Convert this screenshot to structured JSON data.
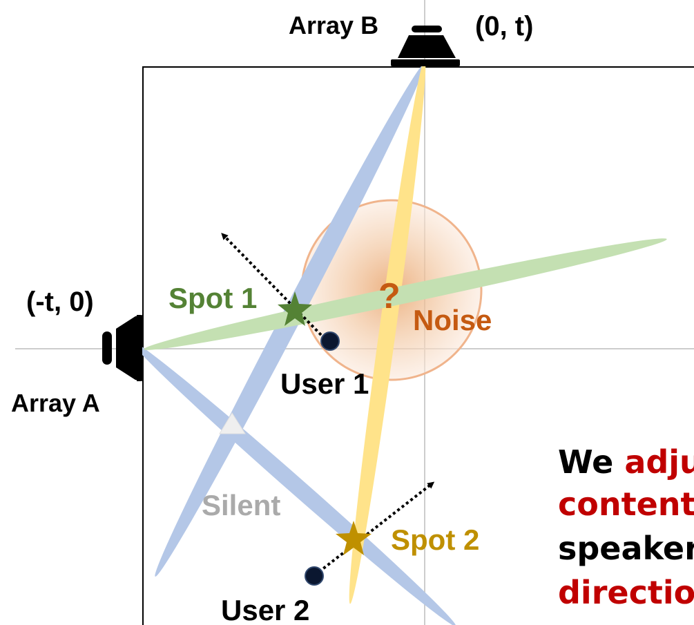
{
  "labels": {
    "array_a": "Array A",
    "array_b": "Array B",
    "coord_a": "(-t, 0)",
    "coord_b": "(0, t)",
    "spot1": "Spot 1",
    "spot2": "Spot 2",
    "noise": "Noise",
    "question": "?",
    "user1": "User 1",
    "user2": "User 2",
    "silent": "Silent"
  },
  "caption": {
    "line1_a": "We ",
    "line1_b": "adju",
    "line2": "content",
    "line3": "speaker",
    "line4": "directio"
  },
  "colors": {
    "beam_blue": "#b4c7e7",
    "beam_yellow": "#ffe38a",
    "beam_green": "#c4e0b2",
    "spot1": "#548235",
    "spot2": "#bf9000",
    "noise": "#c55a11",
    "silent": "#aaaaaa",
    "emphasis": "#c00000"
  }
}
